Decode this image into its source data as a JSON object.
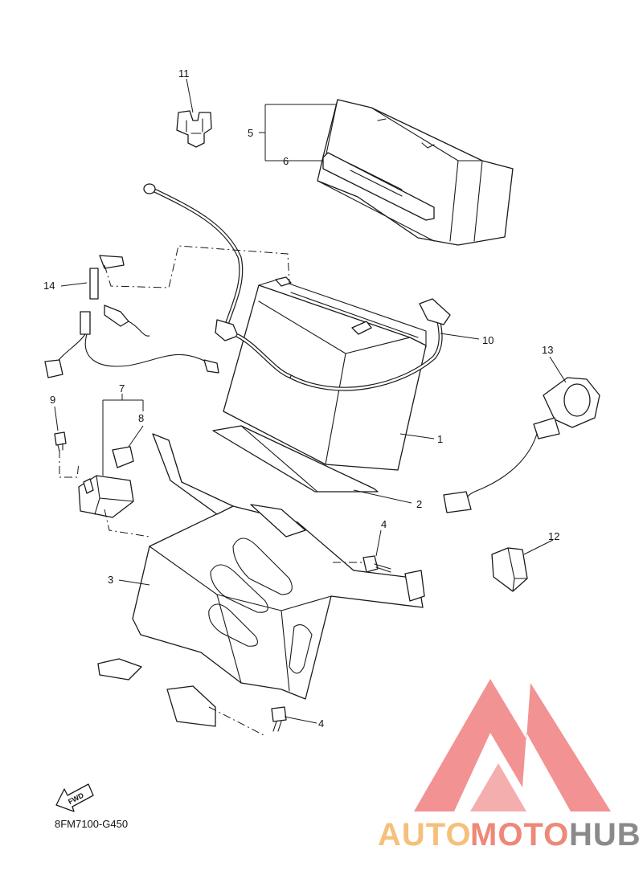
{
  "diagram": {
    "drawing_code": "8FM7100-G450",
    "fwd_label": "FWD",
    "callouts": {
      "c1": "1",
      "c2": "2",
      "c3": "3",
      "c4a": "4",
      "c4b": "4",
      "c5": "5",
      "c6": "6",
      "c7": "7",
      "c8": "8",
      "c9": "9",
      "c10": "10",
      "c11": "11",
      "c12": "12",
      "c13": "13",
      "c14": "14"
    }
  },
  "watermark": {
    "brand_part1": "AUTO",
    "brand_part2": "MOTO",
    "brand_part3": "HUB",
    "colors": {
      "logo": "#f08080",
      "auto": "#f5c07a",
      "moto": "#ee8878",
      "hub": "#8a8a8a"
    }
  }
}
